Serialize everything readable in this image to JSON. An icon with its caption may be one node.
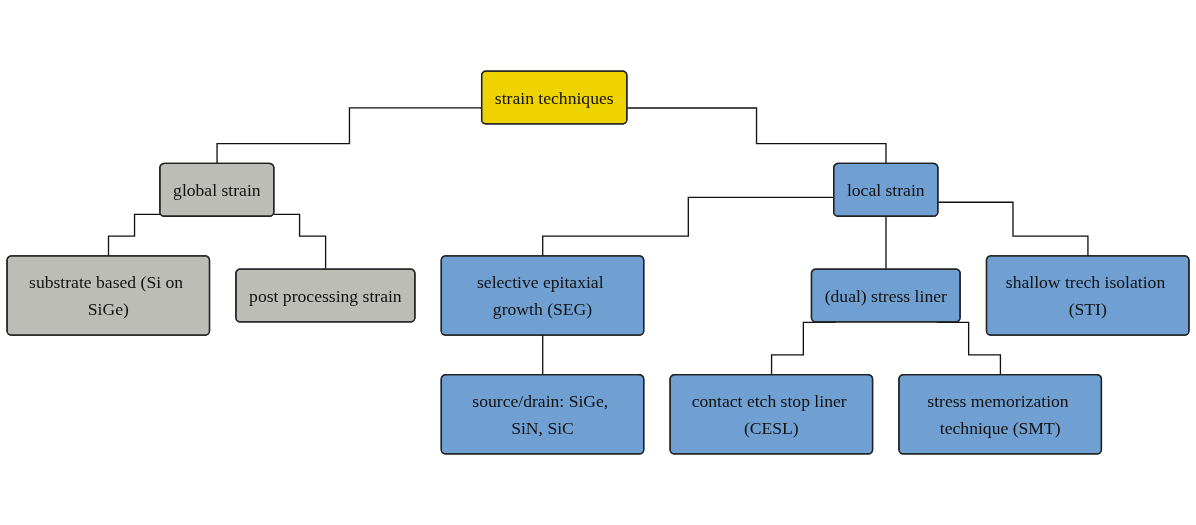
{
  "diagram": {
    "nodes": [
      {
        "text": [
          "strain techniques"
        ]
      },
      {
        "text": [
          "global strain"
        ]
      },
      {
        "text": [
          "local strain"
        ]
      },
      {
        "text": [
          "substrate based (Si on SiGe)"
        ]
      },
      {
        "text": [
          "post processing strain"
        ]
      },
      {
        "text": [
          "selective epitaxial growth (SEG)"
        ]
      },
      {
        "text": [
          "(dual) stress liner"
        ]
      },
      {
        "text": [
          "shallow trech isolation (STI)"
        ]
      },
      {
        "text": [
          "source/drain: SiGe, SiN, SiC"
        ]
      },
      {
        "text": [
          "contact etch stop liner (CESL)"
        ]
      },
      {
        "text": [
          "stress memorization technique (SMT)"
        ]
      }
    ],
    "edges": [
      {
        "from": 0,
        "to": 1,
        "arrow": "none"
      },
      {
        "from": 0,
        "to": 2,
        "arrow": "none"
      },
      {
        "from": 1,
        "to": 3,
        "arrow": "none"
      },
      {
        "from": 1,
        "to": 4,
        "arrow": "none"
      },
      {
        "from": 2,
        "to": 5,
        "arrow": "none"
      },
      {
        "from": 2,
        "to": 6,
        "arrow": "none"
      },
      {
        "from": 2,
        "to": 7,
        "arrow": "none"
      },
      {
        "from": 5,
        "to": 8,
        "arrow": "none"
      },
      {
        "from": 6,
        "to": 9,
        "arrow": "none"
      },
      {
        "from": 6,
        "to": 10,
        "arrow": "none"
      }
    ]
  }
}
